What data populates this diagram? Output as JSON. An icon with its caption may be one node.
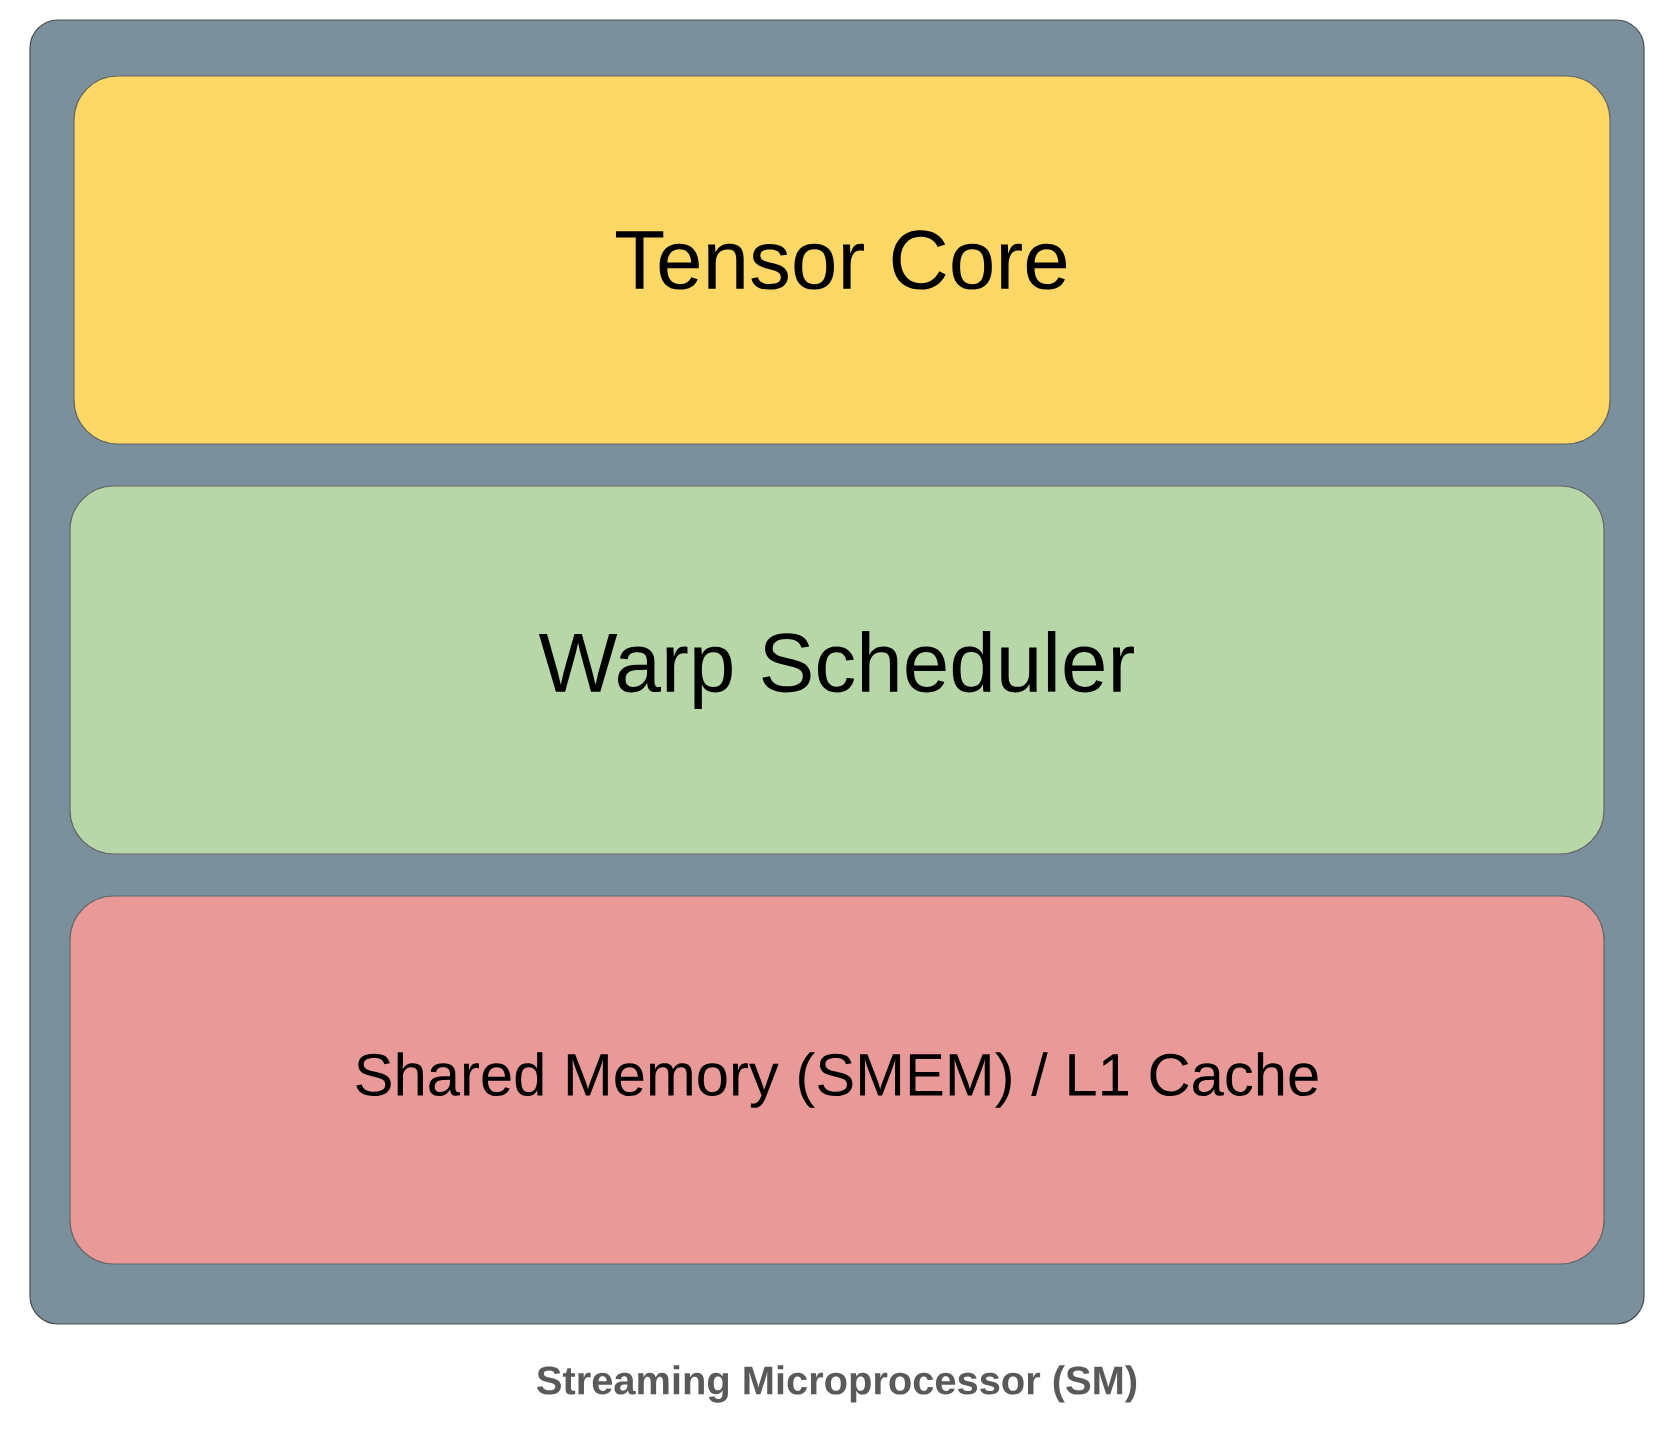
{
  "diagram": {
    "nodes": [
      {
        "text": [
          "Streaming Microprocessor (SM)"
        ]
      },
      {
        "text": [
          "Tensor Core"
        ],
        "in": 0
      },
      {
        "text": [
          "Warp Scheduler"
        ],
        "in": 0
      },
      {
        "text": [
          "Shared Memory (SMEM) / L1 Cache"
        ],
        "in": 0
      }
    ]
  }
}
